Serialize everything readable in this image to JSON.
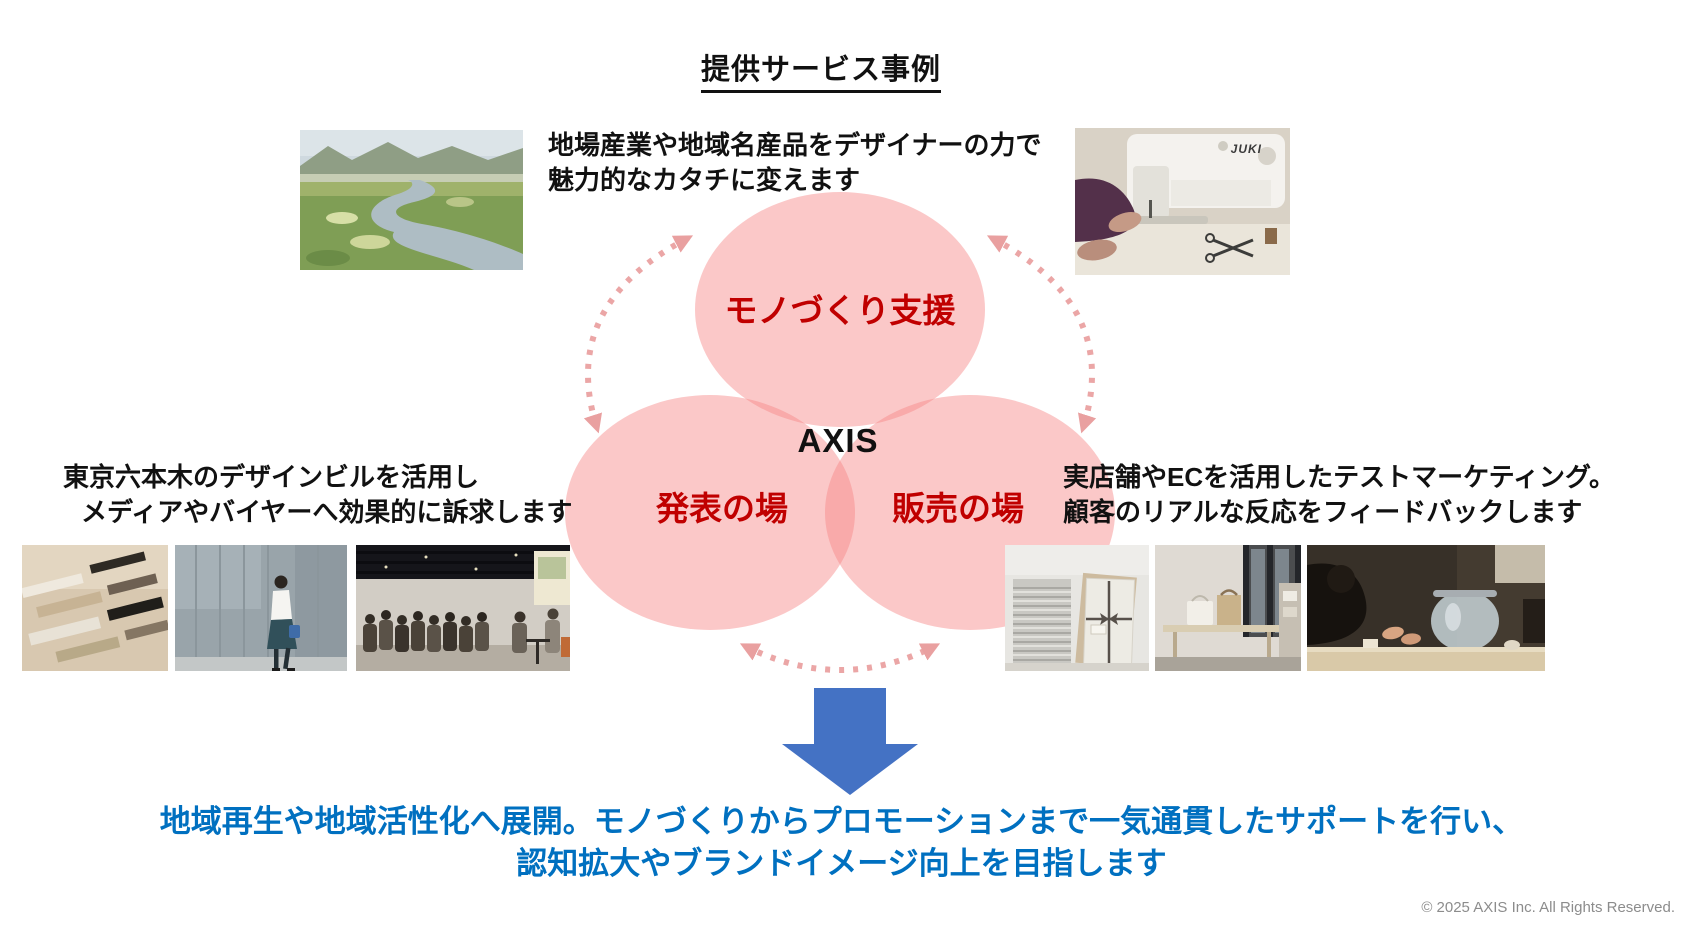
{
  "title": "提供サービス事例",
  "captions": {
    "top": {
      "line1": "地場産業や地域名産品をデザイナーの力で",
      "line2": "魅力的なカタチに変えます"
    },
    "left": {
      "line1": "東京六本木のデザインビルを活用し",
      "line2": "メディアやバイヤーへ効果的に訴求します"
    },
    "right": {
      "line1": "実店舗やECを活用したテストマーケティング。",
      "line2": "顧客のリアルな反応をフィードバックします"
    }
  },
  "venn": {
    "center_label": "AXIS",
    "top_label": "モノづくり支援",
    "left_label": "発表の場",
    "right_label": "販売の場",
    "circle_color": "#FBC9C9",
    "label_color": "#C00000",
    "cycle_arrow_color": "#EBA6A6"
  },
  "photos": {
    "top_left": "river-landscape",
    "top_right": "sewing-machine",
    "sewing_machine_brand": "JUKI",
    "bottom_left": [
      "product-samples",
      "model-walking",
      "gallery-talk"
    ],
    "bottom_right": [
      "wrapped-envelopes",
      "shop-paper-bags",
      "workshop-table"
    ]
  },
  "conclusion": {
    "line1": "地域再生や地域活性化へ展開。モノづくりからプロモーションまで一気通貫したサポートを行い、",
    "line2": "認知拡大やブランドイメージ向上を目指します",
    "text_color": "#0070C0",
    "arrow_color": "#4472C4"
  },
  "footer": {
    "copyright": "© 2025 AXIS Inc. All Rights Reserved."
  }
}
